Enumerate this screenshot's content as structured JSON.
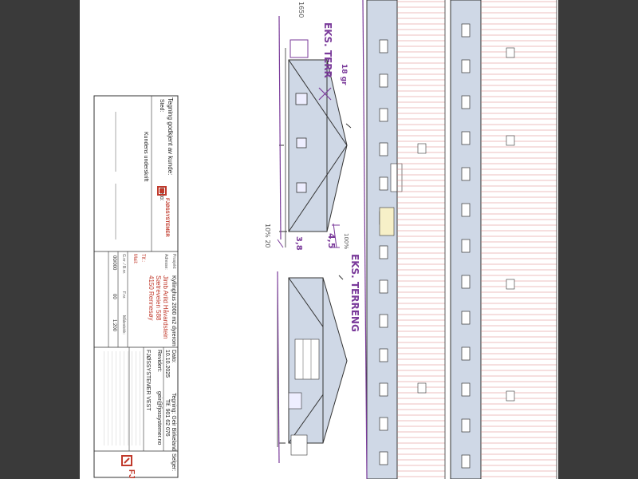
{
  "title_block": {
    "heading": "Tegning godkjent av kunde:",
    "sted_label": "Sted:",
    "dato_label": "Dato:",
    "signature_label": "Kundens underskrift",
    "prosjekt_label": "Prosjekt:",
    "prosjekt_value": "Kyllinghus 2000 m2 dyrerom",
    "adresse_label": "Adresse:",
    "customer_name": "Jimb Arild Håvardstein",
    "street": "Sætreveien 588",
    "postal": "4150 Rennesøy",
    "tlf_label": "Tlf.:",
    "mail_label": "Mail:",
    "gnr_label": "G.nr. / B.nr.",
    "gnr_value": "00/000",
    "fnr_label": "F.nr.",
    "fnr_value": "00",
    "malestokk_label": "Målestokk:",
    "malestokk_value": "1:200",
    "dato_label2": "Dato:",
    "dato_value": "10.10.2025",
    "revidert_label": "Revidert:",
    "company_name": "FJØSSYSTEMER VEST",
    "drawing_label": "Tegning: Geir Birkeland",
    "phone": "Tlf. 901 62 076",
    "email": "geir@fjossystemer.no",
    "salger_label": "Selger:",
    "logo_text": "FJØSSYSTEMER",
    "logo_bottom": "FJ"
  },
  "handwritten": {
    "eks_terr_1": "EKS. TERR",
    "eks_terr_2": "EKS. TERRENG",
    "slope": "18 gr",
    "dim_45": "4,5",
    "dim_38": "3,8",
    "dim_top": "100%",
    "pencil_top": "1650",
    "pencil_low": "10% 20"
  },
  "colors": {
    "accent": "#c0392b",
    "handwriting": "#7a3a9a",
    "wall_fill": "#cfd8e6",
    "roof_line": "#c0392b"
  }
}
